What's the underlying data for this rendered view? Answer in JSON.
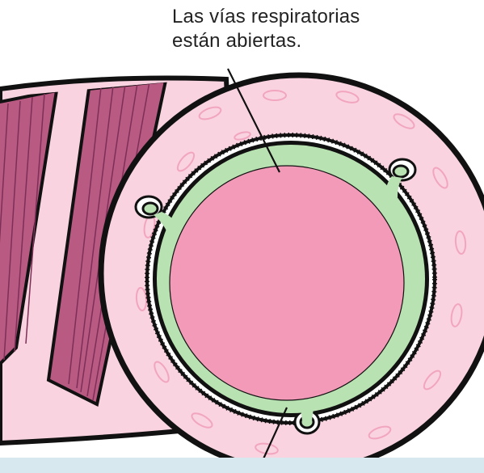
{
  "annotation": {
    "line1": "Las vías respiratorias",
    "line2": "están abiertas."
  },
  "colors": {
    "tissue_pink": "#f9d3df",
    "cell_outline": "#f2a5bf",
    "muscle_band": "#b95a83",
    "muscle_dark": "#7d2f57",
    "mucus_green": "#b9e2b2",
    "airway_lumen": "#f39ab8",
    "outline": "#111111",
    "bottom_band": "#d7e9ef"
  },
  "icons": {
    "connector": "leader-line"
  }
}
